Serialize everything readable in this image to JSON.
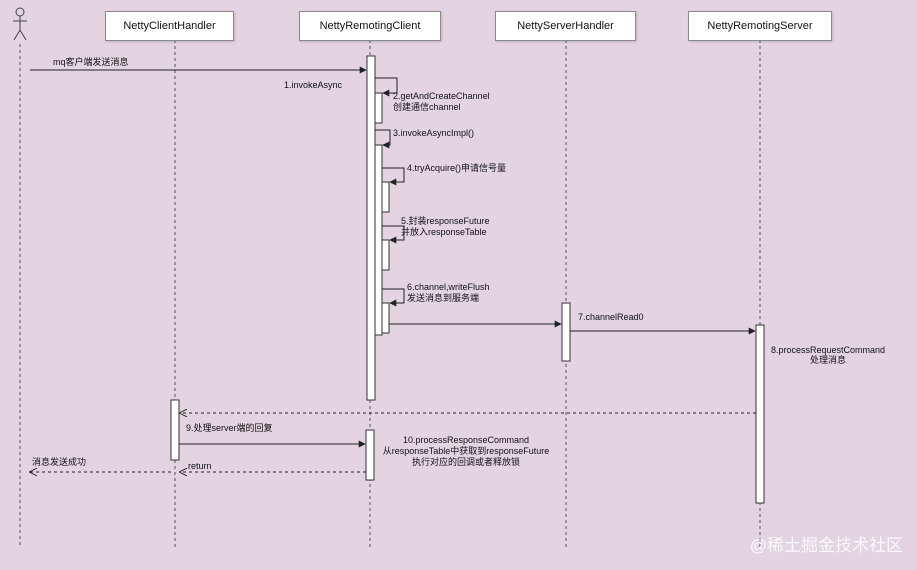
{
  "participants": {
    "client_handler": "NettyClientHandler",
    "remoting_client": "NettyRemotingClient",
    "server_handler": "NettyServerHandler",
    "remoting_server": "NettyRemotingServer"
  },
  "messages": {
    "m0": "mq客户端发送消息",
    "m1": "1.invokeAsync",
    "m2a": "2.getAndCreateChannel",
    "m2b": "创建通信channel",
    "m3": "3.invokeAsyncImpl()",
    "m4": "4.tryAcquire()申请信号量",
    "m5a": "5.封装responseFuture",
    "m5b": "并放入responseTable",
    "m6a": "6.channel,writeFlush",
    "m6b": "发送消息到服务端",
    "m7": "7.channelRead0",
    "m8a": "8.processRequestCommand",
    "m8b": "处理消息",
    "m9": "9.处理server端的回复",
    "m10a": "10.processResponseCommand",
    "m10b": "从responseTable中获取到responseFuture",
    "m10c": "执行对应的回调或者释放锁",
    "ret": "return",
    "done": "消息发送成功"
  },
  "watermark": "@稀土掘金技术社区",
  "colors": {
    "background": "#e4d3e1",
    "line": "#222222",
    "lifeline": "#555555",
    "activation_fill": "#ffffff"
  }
}
